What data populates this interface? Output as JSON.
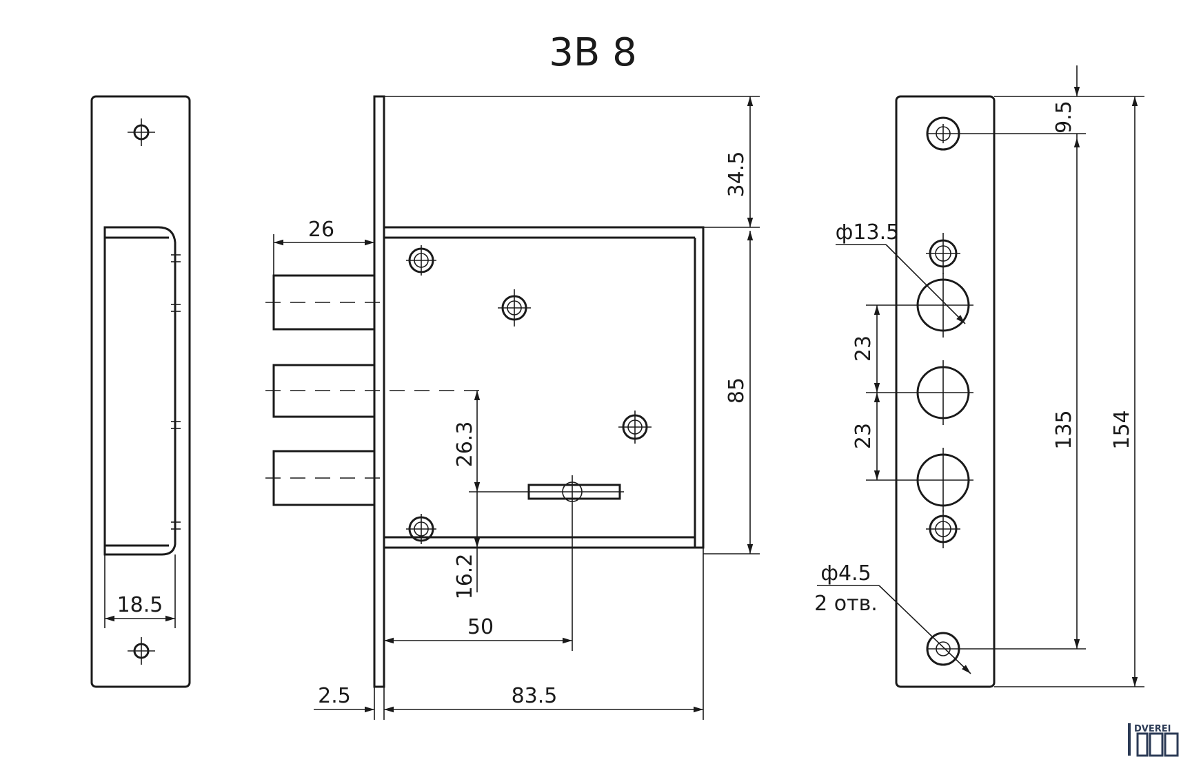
{
  "title": "3B 8",
  "dimensions": {
    "d26": "26",
    "d34_5": "34.5",
    "d85": "85",
    "d26_3": "26.3",
    "d16_2": "16.2",
    "d50": "50",
    "d18_5": "18.5",
    "d2_5": "2.5",
    "d83_5": "83.5",
    "d9_5": "9.5",
    "d135": "135",
    "d154": "154",
    "d23a": "23",
    "d23b": "23",
    "phi13_5": "ф13.5",
    "phi4_5": "ф4.5",
    "holes": "2 отв."
  },
  "logo": {
    "text": "DVEREI"
  },
  "colors": {
    "line": "#1a1a1a",
    "logo": "#2b3a55"
  }
}
